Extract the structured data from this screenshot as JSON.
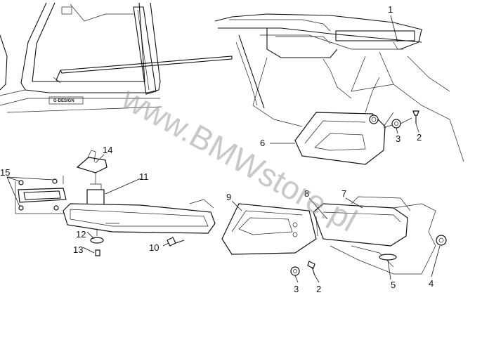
{
  "emblem_text": "G-DESIGN",
  "watermark": "www.BMWstore.pl",
  "callouts": {
    "c1": "1",
    "c2a": "2",
    "c3a": "3",
    "c6": "6",
    "c14": "14",
    "c15": "15",
    "c11": "11",
    "c12": "12",
    "c13": "13",
    "c10": "10",
    "c9": "9",
    "c8": "8",
    "c7": "7",
    "c3b": "3",
    "c2b": "2",
    "c5": "5",
    "c4": "4"
  }
}
